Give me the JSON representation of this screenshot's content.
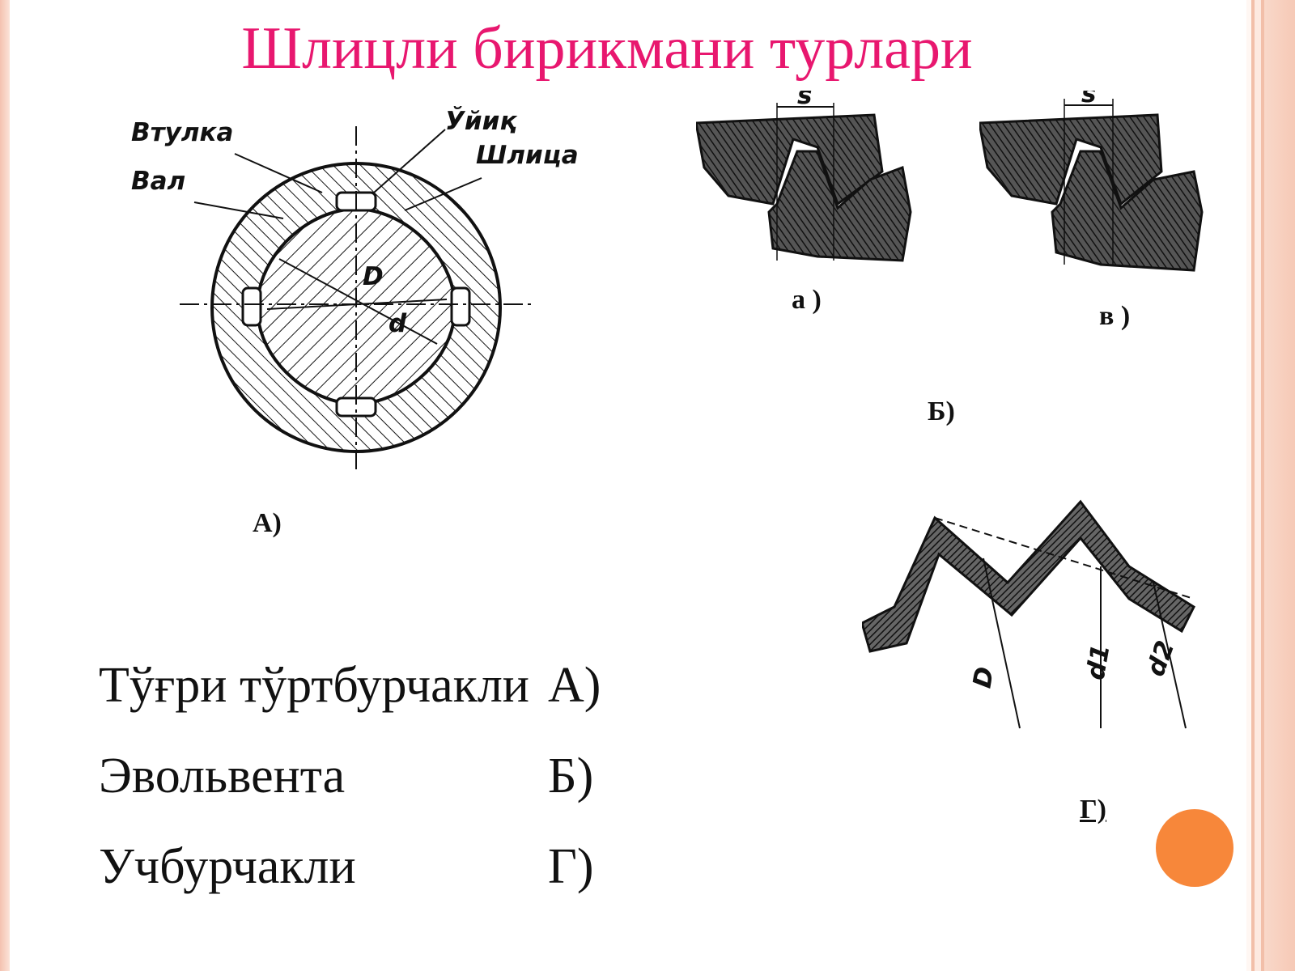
{
  "title": "Шлицли бирикмани турлари",
  "figure_a": {
    "label": "А)",
    "callouts": [
      "Втулка",
      "Вал",
      "Ўйиқ",
      "Шлица"
    ],
    "dims": [
      "D",
      "d"
    ]
  },
  "figure_b": {
    "label": "Б)",
    "sub_a": "а )",
    "sub_v": "в )",
    "dim": "s"
  },
  "figure_g": {
    "label": "Г)",
    "dims": [
      "D",
      "d1",
      "d2"
    ]
  },
  "types_list": [
    {
      "name": "Тўғри тўртбурчакли",
      "code": "А)"
    },
    {
      "name": "Эвольвента",
      "code": "Б)"
    },
    {
      "name": "Учбурчакли",
      "code": "Г)"
    }
  ],
  "colors": {
    "title": "#e8176f",
    "accent_dot": "#f7873a",
    "frame": "#f2bfa9"
  }
}
